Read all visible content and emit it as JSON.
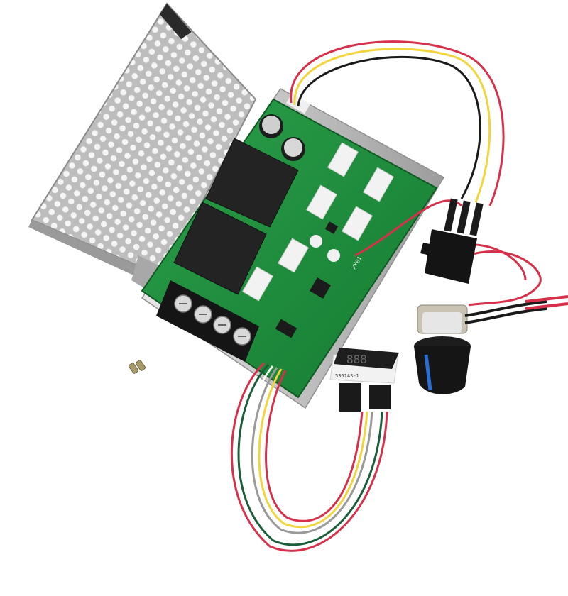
{
  "photo": {
    "subject": "PWM DC motor speed controller kit",
    "background_color": "#ffffff",
    "components": [
      {
        "name": "perforated heatsink cover",
        "color": "#c8c8c8"
      },
      {
        "name": "green PCB controller board",
        "color": "#1f8a3a"
      },
      {
        "name": "black relays",
        "count": 2,
        "color": "#222222"
      },
      {
        "name": "4-terminal screw block",
        "color": "#1a1a1a"
      },
      {
        "name": "electrolytic capacitors",
        "count": 2
      },
      {
        "name": "rocker switch",
        "color": "#111111"
      },
      {
        "name": "potentiometer with knob",
        "knob_color": "#111111",
        "stripe_color": "#2a6fd6"
      },
      {
        "name": "3-digit LED display",
        "display_text": "888"
      },
      {
        "name": "screws",
        "count": 2
      }
    ],
    "display_label": "5361AS-1",
    "pcb_silkscreen": "XY01",
    "wire_colors": [
      "#d6304a",
      "#f2d43c",
      "#1b5e3a",
      "#ffffff",
      "#9a9a9a",
      "#111111"
    ]
  }
}
